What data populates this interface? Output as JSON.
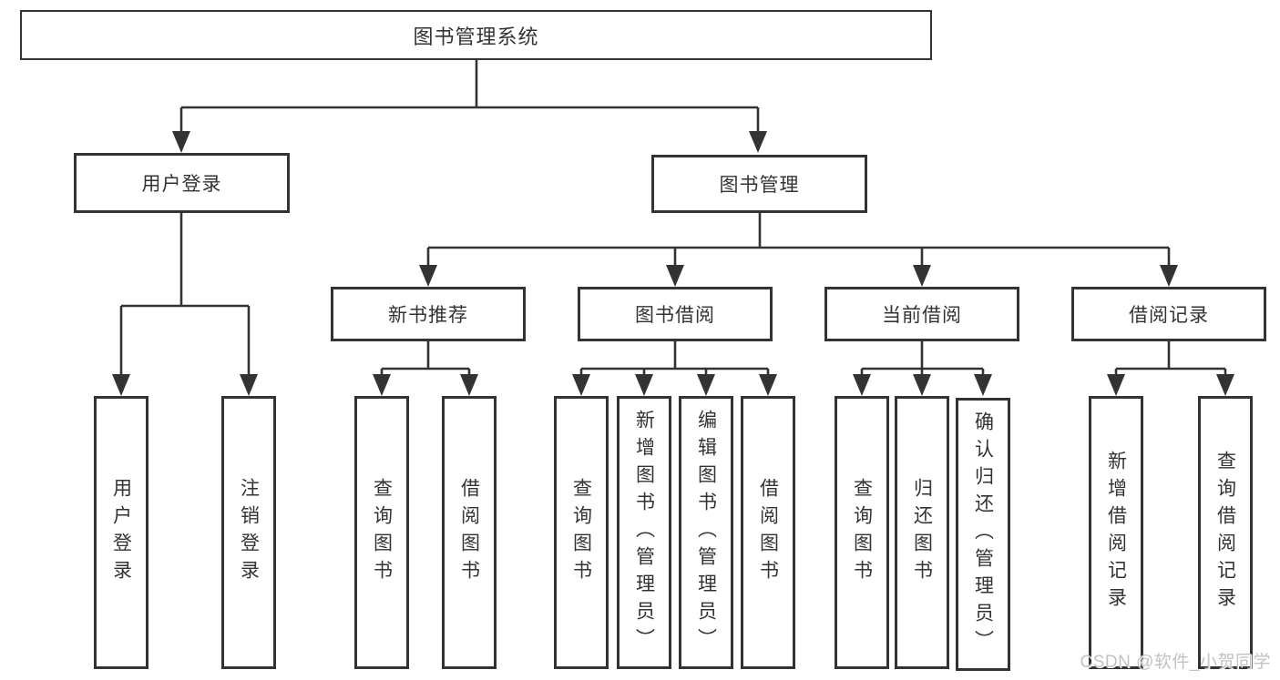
{
  "colors": {
    "line": "#333333",
    "text": "#333333",
    "background": "#ffffff",
    "watermark_text": "#c2c2c2"
  },
  "watermark": {
    "text": "CSDN @软件_小贺同学"
  },
  "tree": {
    "label": "图书管理系统",
    "children": [
      {
        "label": "用户登录",
        "children": [
          {
            "label": "用户登录"
          },
          {
            "label": "注销登录"
          }
        ]
      },
      {
        "label": "图书管理",
        "children": [
          {
            "label": "新书推荐",
            "children": [
              {
                "label": "查询图书"
              },
              {
                "label": "借阅图书"
              }
            ]
          },
          {
            "label": "图书借阅",
            "children": [
              {
                "label": "查询图书"
              },
              {
                "label": "新增图书（管理员）"
              },
              {
                "label": "编辑图书（管理员）"
              },
              {
                "label": "借阅图书"
              }
            ]
          },
          {
            "label": "当前借阅",
            "children": [
              {
                "label": "查询图书"
              },
              {
                "label": "归还图书"
              },
              {
                "label": "确认归还（管理员）"
              }
            ]
          },
          {
            "label": "借阅记录",
            "children": [
              {
                "label": "新增借阅记录"
              },
              {
                "label": "查询借阅记录"
              }
            ]
          }
        ]
      }
    ]
  }
}
